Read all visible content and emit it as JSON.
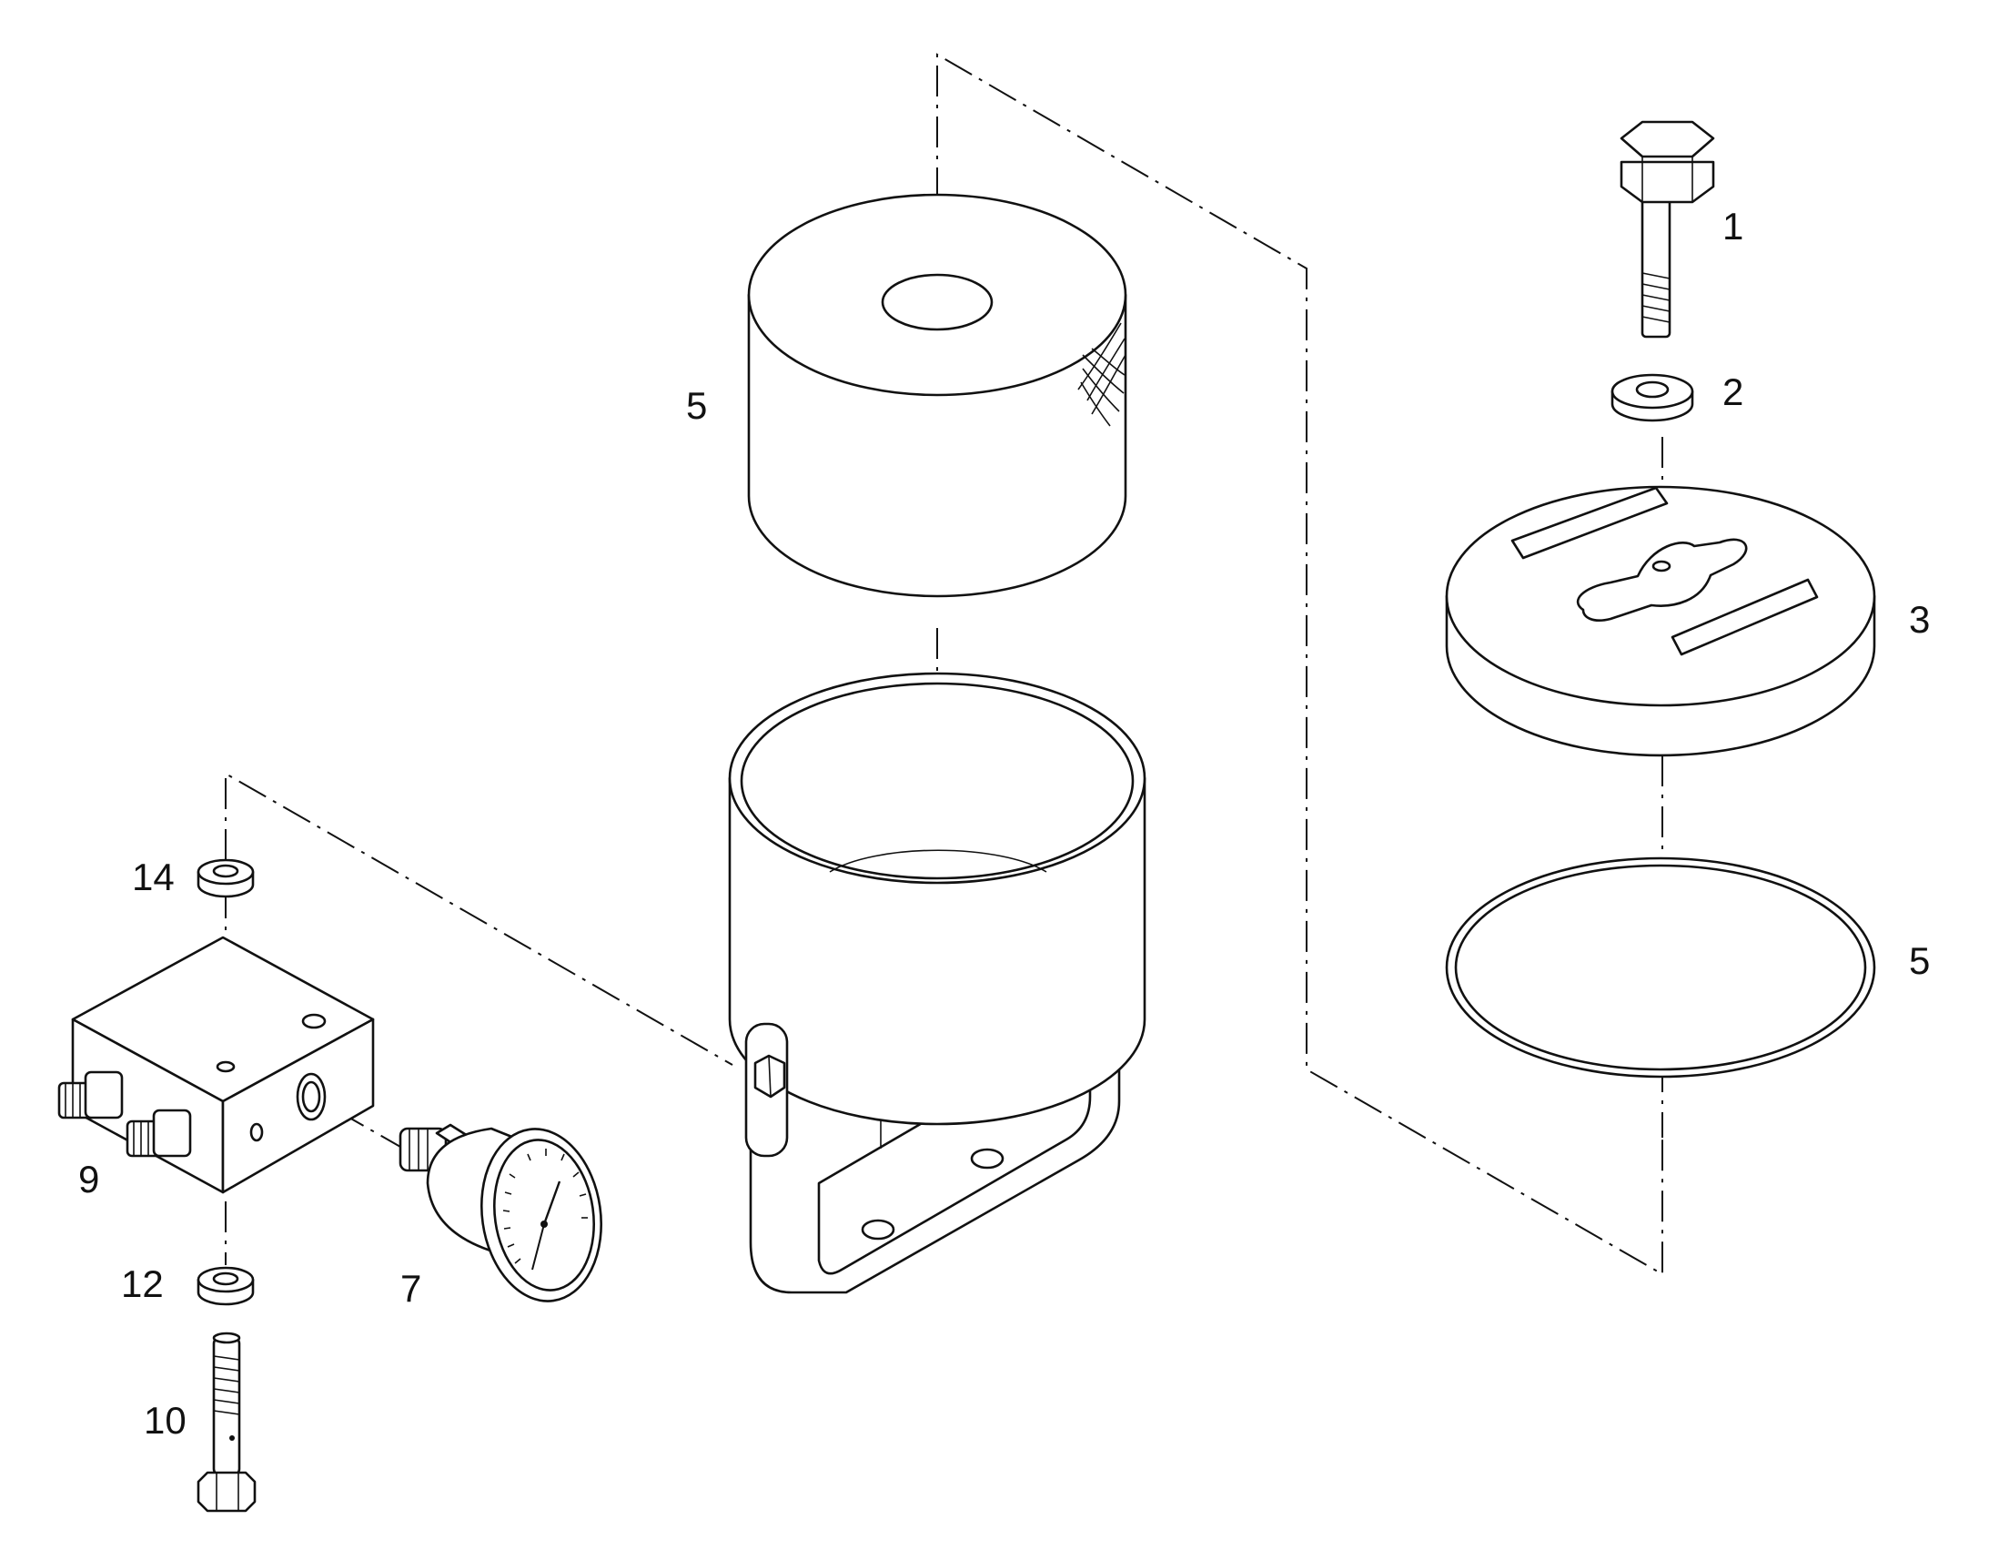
{
  "callouts": {
    "c1": "1",
    "c2": "2",
    "c3": "3",
    "c5a": "5",
    "c5b": "5",
    "c7": "7",
    "c9": "9",
    "c10": "10",
    "c12": "12",
    "c14": "14"
  }
}
